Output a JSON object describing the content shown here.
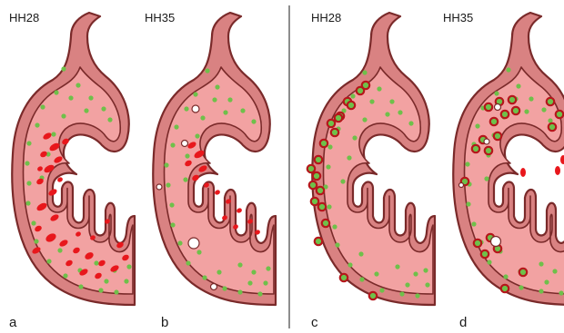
{
  "panels": [
    {
      "stage": "HH28",
      "letter": "a",
      "variant": "blood"
    },
    {
      "stage": "HH35",
      "letter": "b",
      "variant": "blood-late"
    },
    {
      "stage": "HH28",
      "letter": "c",
      "variant": "ringed"
    },
    {
      "stage": "HH35",
      "letter": "d",
      "variant": "ringed-late"
    }
  ],
  "colors": {
    "outline": "#7a2a2a",
    "wall": "#d98282",
    "lumen": "#f2a2a2",
    "green_dot": "#6fc04a",
    "red_dot": "#e8171c",
    "ring": "#b5161b",
    "divider": "#444444"
  }
}
